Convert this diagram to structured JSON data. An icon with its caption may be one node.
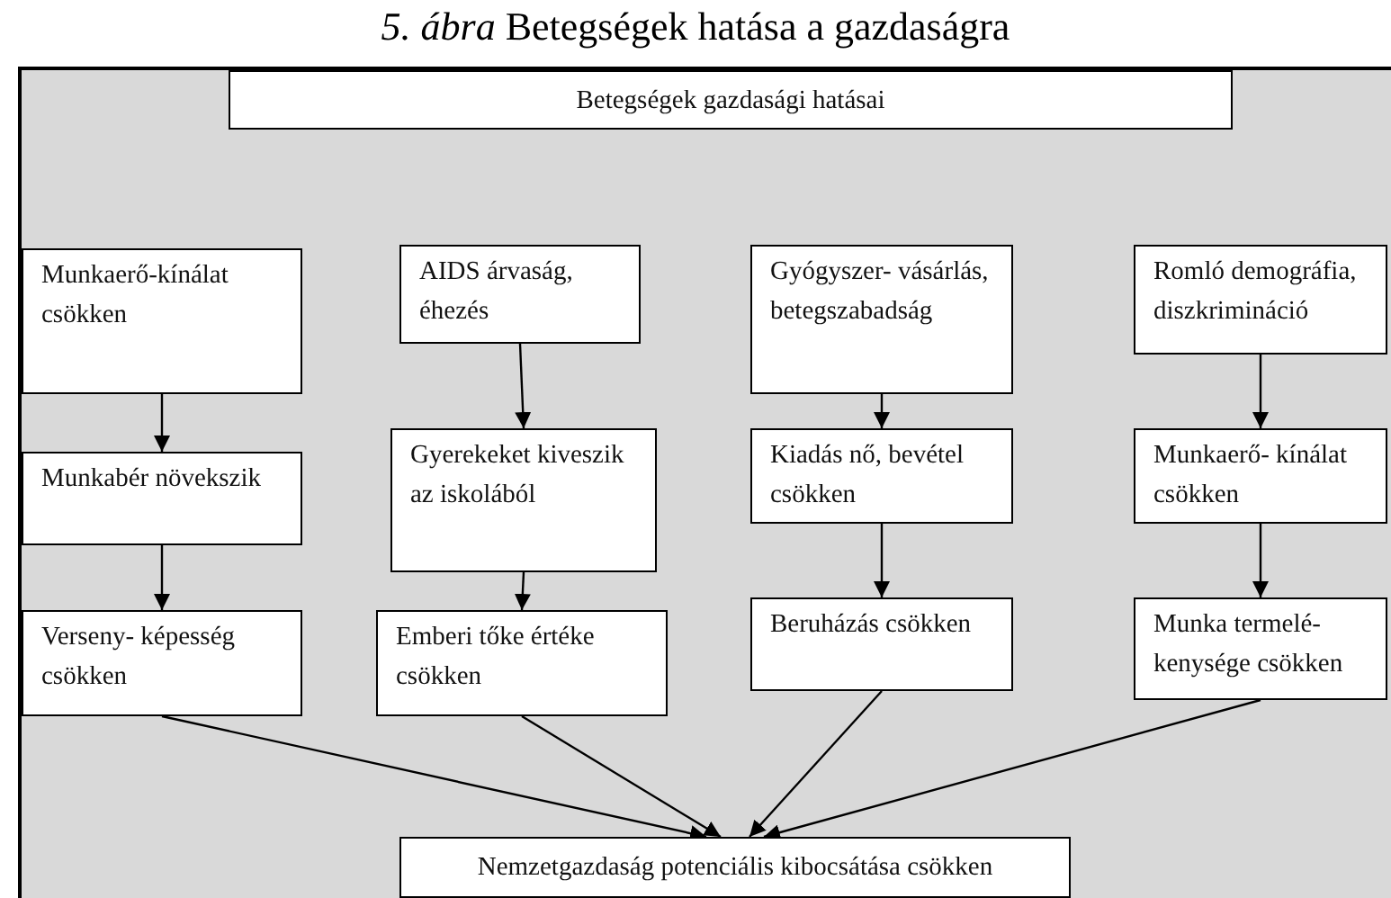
{
  "diagram": {
    "title": "*5. ábra* Betegségek hatása a gazdaságra",
    "nodes": [
      {
        "text": [
          "Betegségek gazdasági hatásai"
        ]
      },
      {
        "text": [
          "Munkaerő-kínálat csökken"
        ]
      },
      {
        "text": [
          "Munkabér növekszik"
        ]
      },
      {
        "text": [
          "Verseny- képesség csökken"
        ]
      },
      {
        "text": [
          "AIDS árvaság, éhezés"
        ]
      },
      {
        "text": [
          "Gyerekeket kiveszik az iskolából"
        ]
      },
      {
        "text": [
          "Emberi tőke értéke csökken"
        ]
      },
      {
        "text": [
          "Gyógyszer- vásárlás, betegszabadság"
        ]
      },
      {
        "text": [
          "Kiadás nő, bevétel csökken"
        ]
      },
      {
        "text": [
          "Beruházás csökken"
        ]
      },
      {
        "text": [
          "Romló demográfia, diszkrimináció"
        ]
      },
      {
        "text": [
          "Munkaerő- kínálat csökken"
        ]
      },
      {
        "text": [
          "Munka termelé- kenysége csökken"
        ]
      },
      {
        "text": [
          "Nemzetgazdaság potenciális kibocsátása csökken"
        ]
      }
    ],
    "edges": [
      {
        "from": 1,
        "to": 2,
        "arrow": "to"
      },
      {
        "from": 2,
        "to": 3,
        "arrow": "to"
      },
      {
        "from": 4,
        "to": 5,
        "arrow": "to"
      },
      {
        "from": 5,
        "to": 6,
        "arrow": "to"
      },
      {
        "from": 7,
        "to": 8,
        "arrow": "to"
      },
      {
        "from": 8,
        "to": 9,
        "arrow": "to"
      },
      {
        "from": 10,
        "to": 11,
        "arrow": "to"
      },
      {
        "from": 11,
        "to": 12,
        "arrow": "to"
      },
      {
        "from": 3,
        "to": 13,
        "arrow": "to"
      },
      {
        "from": 6,
        "to": 13,
        "arrow": "to"
      },
      {
        "from": 9,
        "to": 13,
        "arrow": "to"
      },
      {
        "from": 12,
        "to": 13,
        "arrow": "to"
      }
    ]
  }
}
